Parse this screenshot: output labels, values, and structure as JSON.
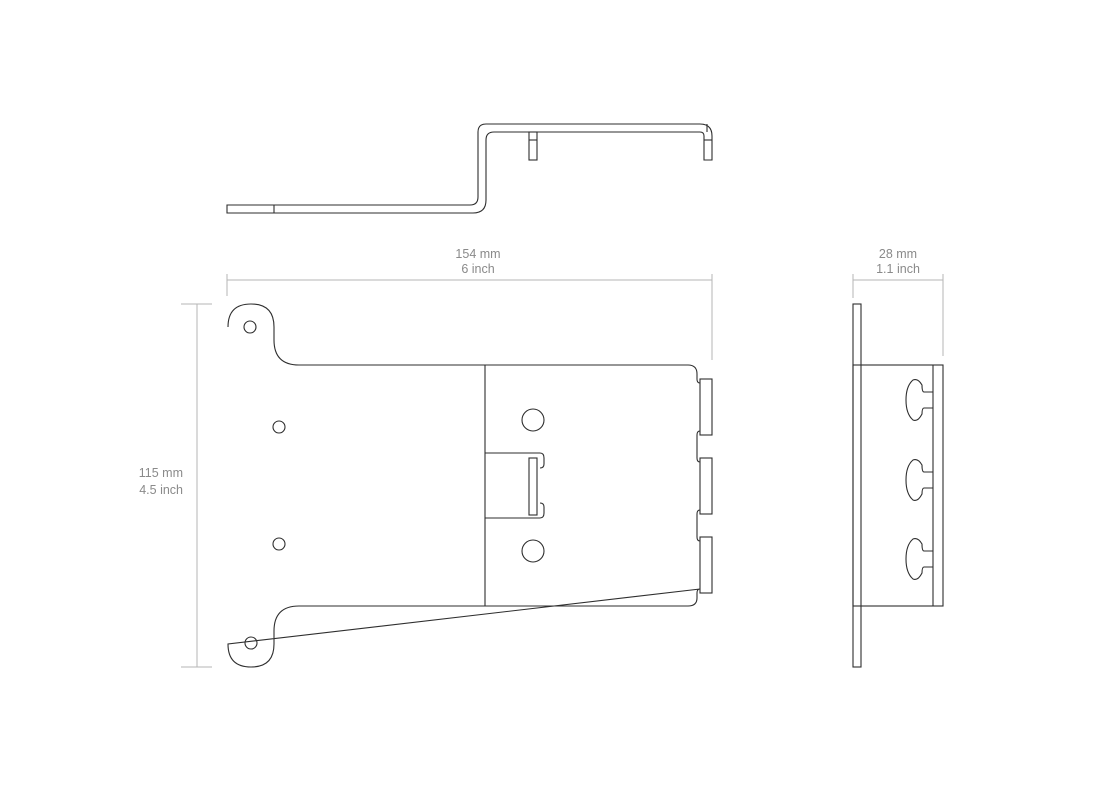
{
  "dimensions": {
    "width": {
      "mm": "154 mm",
      "inch": "6 inch"
    },
    "height": {
      "mm": "115 mm",
      "inch": "4.5 inch"
    },
    "depth": {
      "mm": "28 mm",
      "inch": "1.1 inch"
    }
  },
  "colors": {
    "line": "#2e2e2e",
    "dimension": "#b5b5b5",
    "label": "#8a8a8a"
  }
}
